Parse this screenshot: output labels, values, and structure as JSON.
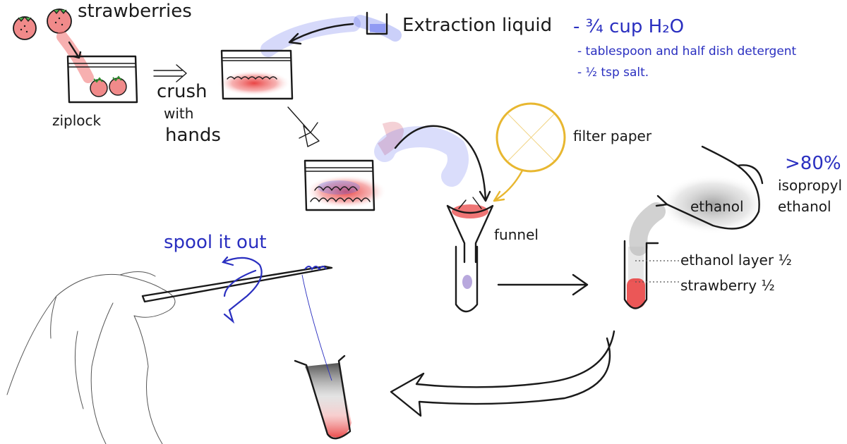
{
  "labels": {
    "strawberries": "strawberries",
    "ziplock": "ziplock",
    "crush_line1": "crush",
    "crush_line2": "with",
    "crush_line3": "hands",
    "extraction_liquid": "Extraction liquid",
    "filter_paper": "filter paper",
    "funnel": "funnel",
    "ethanol": "ethanol",
    "ethanol_layer": "ethanol layer ½",
    "strawberry_layer": "strawberry ½",
    "spool_it_out": "spool it out"
  },
  "recipe": {
    "items": [
      "- ¾ cup H₂O",
      "- tablespoon and half dish detergent",
      "- ½ tsp salt."
    ]
  },
  "ethanol_note": {
    "percent": ">80%",
    "line2": "isopropyl",
    "line3": "ethanol"
  },
  "colors": {
    "ink": "#1a1a1a",
    "annotation_blue": "#2a2fc0",
    "strawberry_red": "#e83a3a",
    "filter_yellow": "#e8b730",
    "ethanol_gray": "#9a9a9a",
    "liquid_blue": "#6a78ee"
  }
}
